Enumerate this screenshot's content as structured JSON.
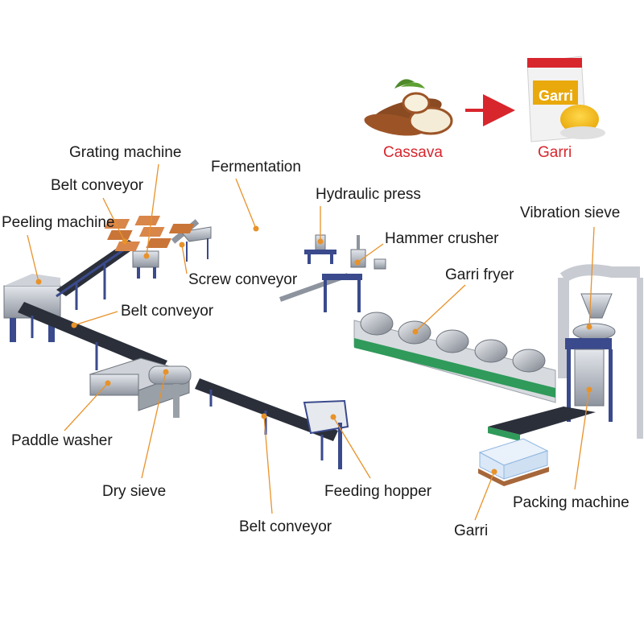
{
  "top": {
    "from_label": "Cassava",
    "to_label": "Garri",
    "bag_brand": "Garri"
  },
  "labels": {
    "grating_machine": "Grating machine",
    "fermentation": "Fermentation",
    "belt_conveyor_1": "Belt conveyor",
    "hydraulic_press": "Hydraulic press",
    "peeling_machine": "Peeling machine",
    "vibration_sieve": "Vibration sieve",
    "hammer_crusher": "Hammer crusher",
    "screw_conveyor": "Screw conveyor",
    "garri_fryer": "Garri fryer",
    "belt_conveyor_2": "Belt conveyor",
    "paddle_washer": "Paddle washer",
    "dry_sieve": "Dry sieve",
    "feeding_hopper": "Feeding hopper",
    "packing_machine": "Packing machine",
    "garri_pallet": "Garri",
    "belt_conveyor_3": "Belt conveyor"
  },
  "colors": {
    "label_text": "#1a1a1a",
    "accent_red": "#d8262d",
    "leader_line": "#e8922a",
    "marker_dot": "#e8922a",
    "frame_blue": "#3a4a8c",
    "belt_dark": "#2b2f3a",
    "steel": "#b9bec6",
    "fryer_green": "#2f9a5a"
  }
}
